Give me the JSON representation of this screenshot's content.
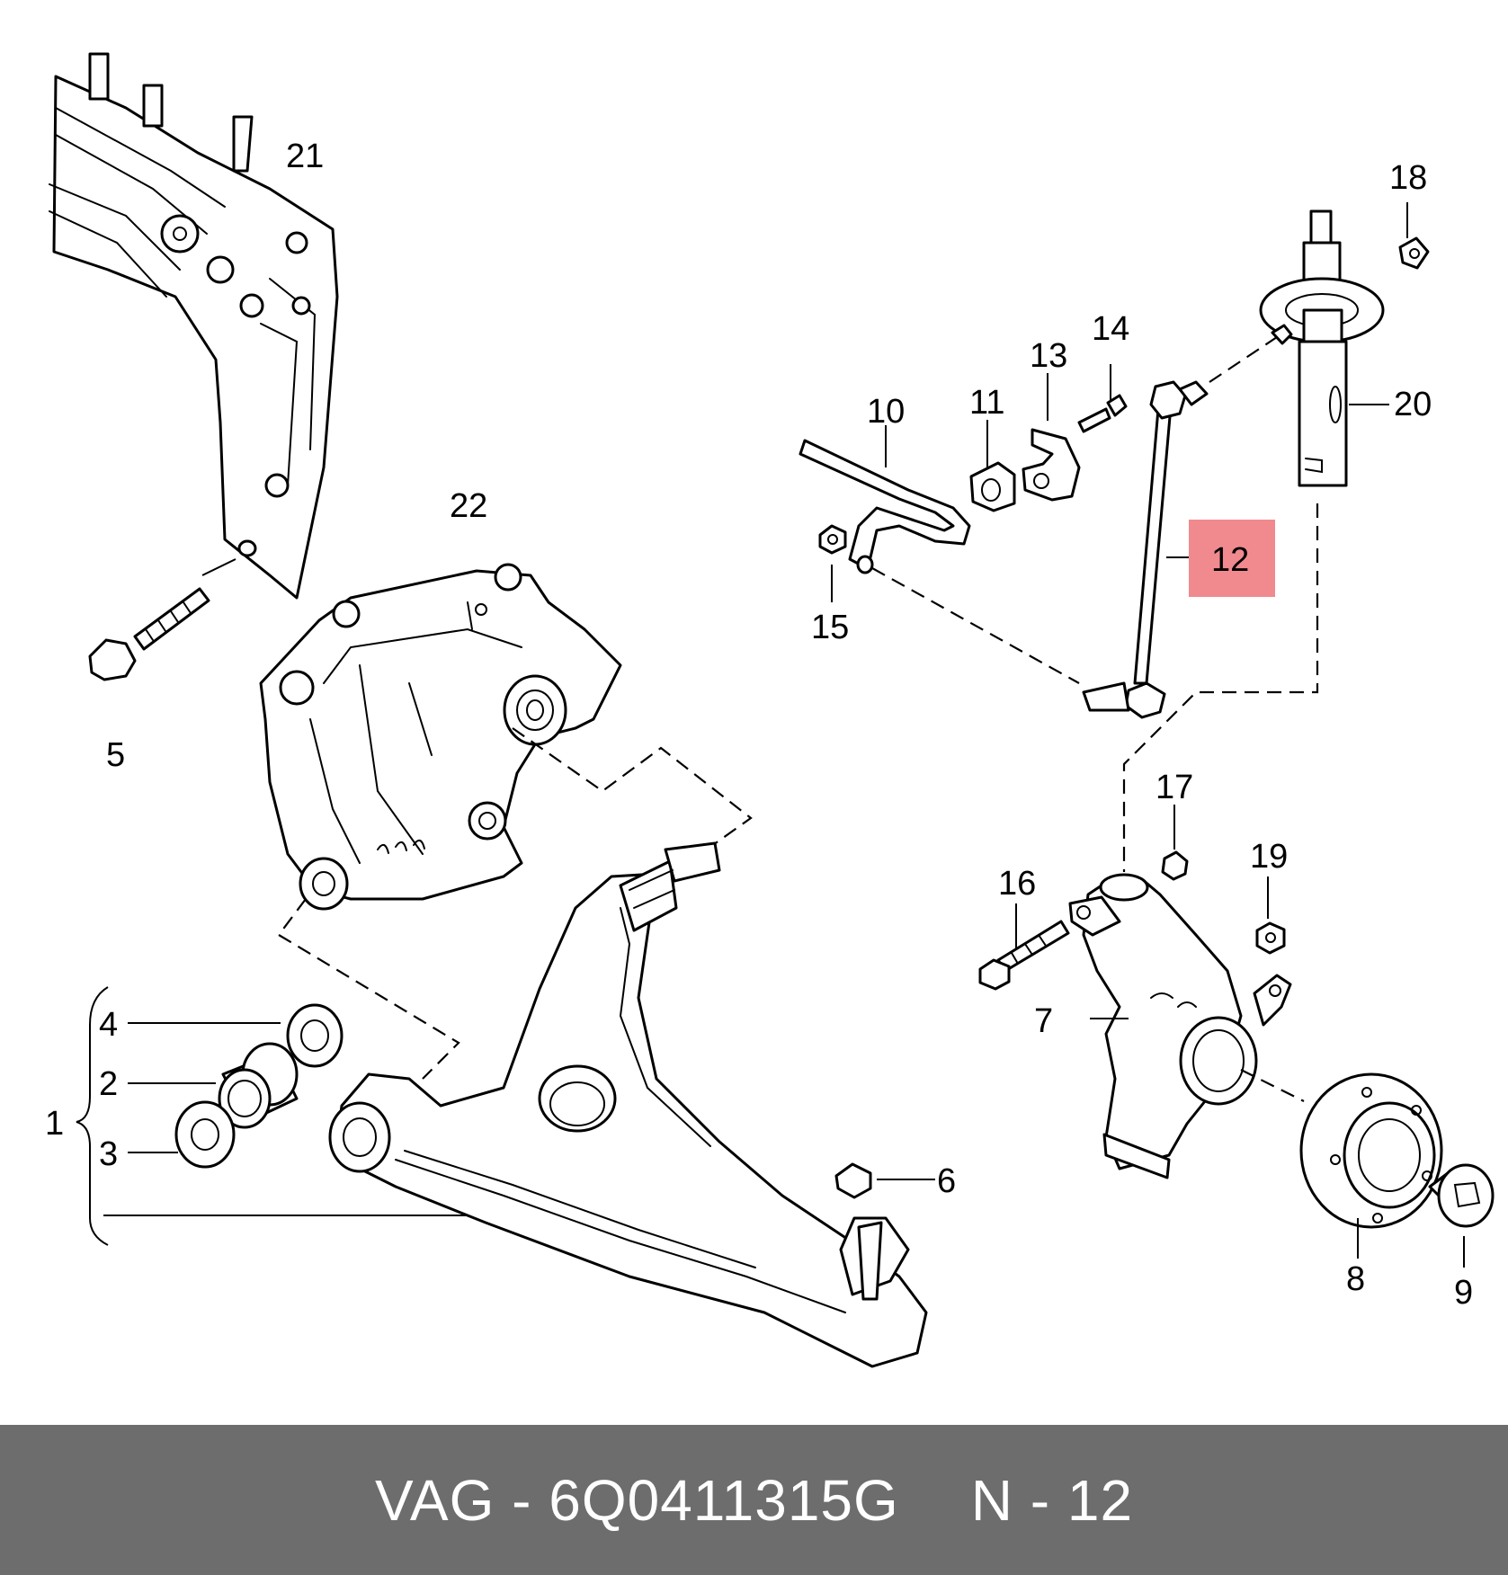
{
  "diagram": {
    "callouts": [
      "1",
      "2",
      "3",
      "4",
      "5",
      "6",
      "7",
      "8",
      "9",
      "10",
      "11",
      "12",
      "13",
      "14",
      "15",
      "16",
      "17",
      "18",
      "19",
      "20",
      "21",
      "22"
    ],
    "highlight": {
      "label": "12",
      "color": "#f08a8e"
    }
  },
  "footer": {
    "brand_part": "VAG - 6Q0411315G",
    "ref": "N - 12",
    "background": "#6d6d6d",
    "text_color": "#ffffff"
  }
}
